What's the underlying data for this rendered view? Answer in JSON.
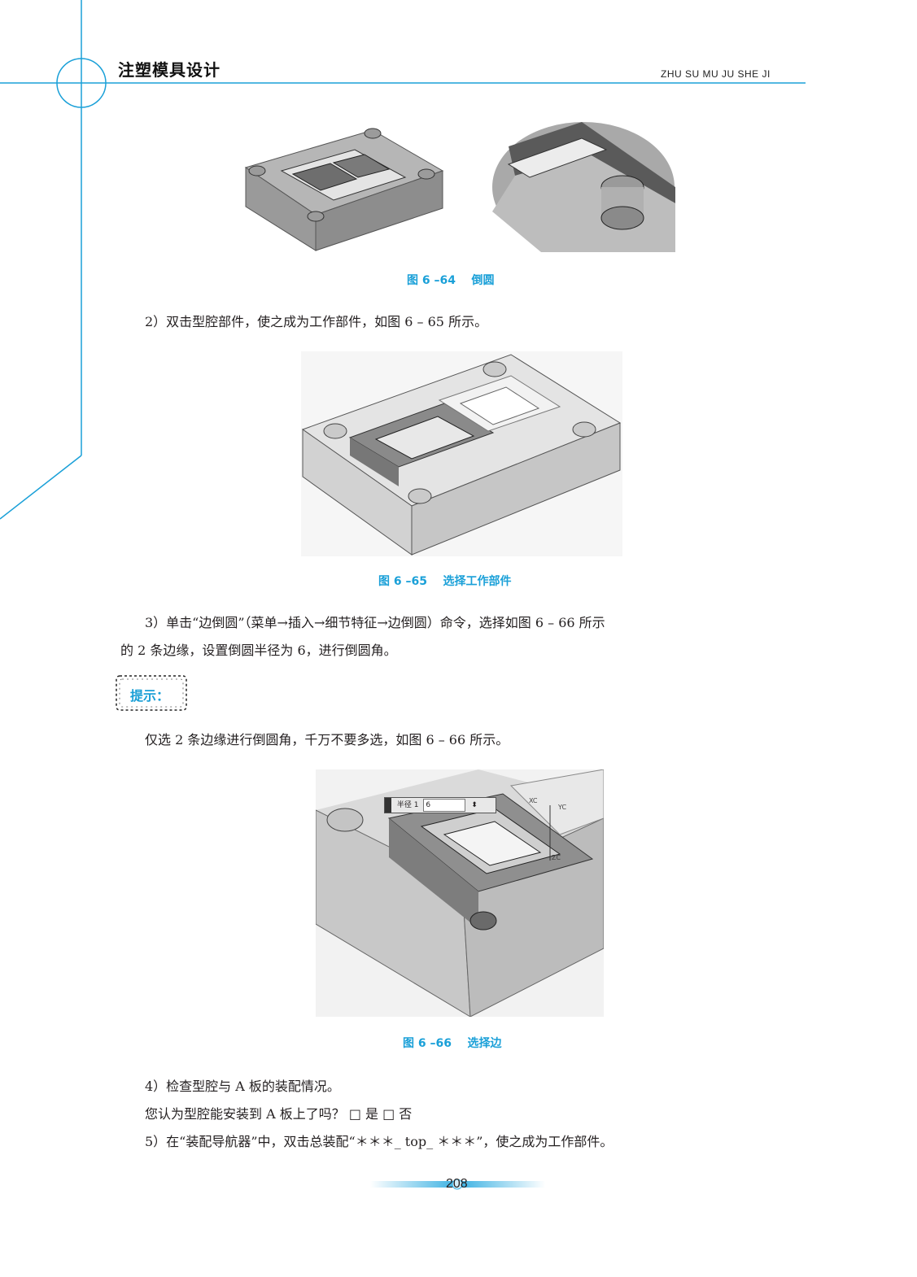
{
  "header": {
    "title": "注塑模具设计",
    "pinyin": "ZHU SU MU JU SHE JI"
  },
  "figures": {
    "fig64": {
      "caption": "图 6 –64    倒圆"
    },
    "fig65": {
      "caption": "图 6 –65    选择工作部件"
    },
    "fig66": {
      "caption": "图 6 –66    选择边",
      "radius_label": "半径 1",
      "radius_value": "6",
      "xc_label": "XC",
      "yc_label": "YC",
      "zc_label": "ZC"
    }
  },
  "steps": {
    "s2": "2）双击型腔部件，使之成为工作部件，如图 6 – 65 所示。",
    "s3_line1": "3）单击“边倒圆”（菜单→插入→细节特征→边倒圆）命令，选择如图 6 – 66 所示",
    "s3_line2": "的 2 条边缘，设置倒圆半径为 6，进行倒圆角。",
    "tip_label": "提示：",
    "tip_text": "仅选 2 条边缘进行倒圆角，千万不要多选，如图 6 – 66 所示。",
    "s4": "4）检查型腔与 A 板的装配情况。",
    "question": "您认为型腔能安装到 A 板上了吗？ □ 是    □ 否",
    "s5": "5）在“装配导航器”中，双击总装配“＊＊＊_ top_ ＊＊＊”，使之成为工作部件。"
  },
  "footer": {
    "page_number": "208"
  }
}
